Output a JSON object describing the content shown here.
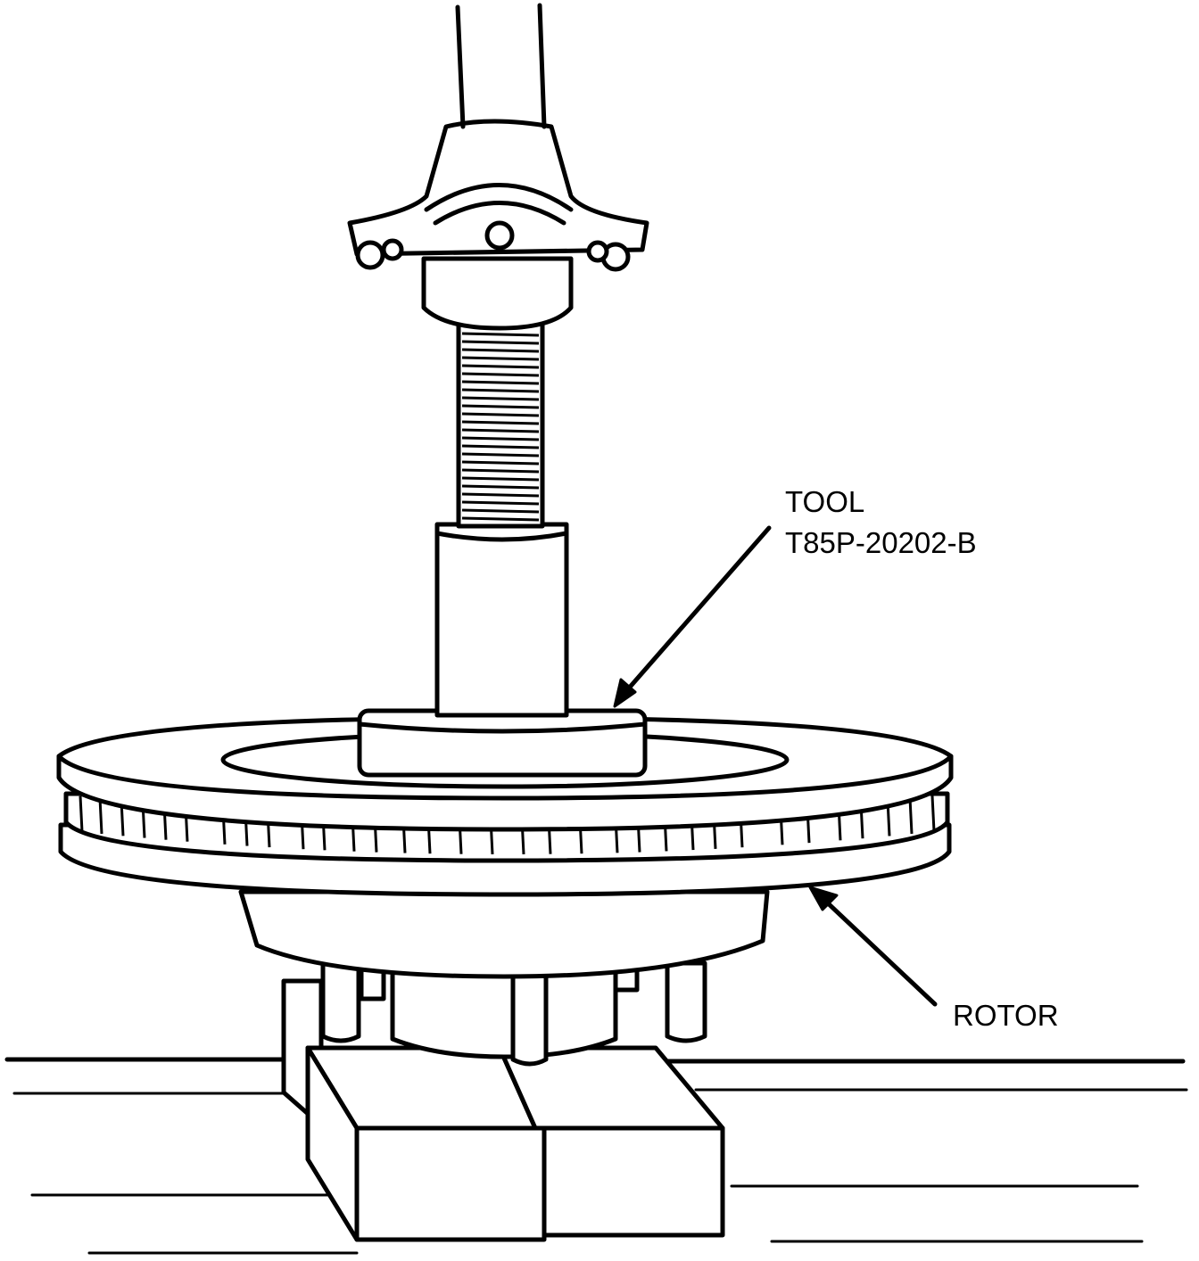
{
  "callouts": {
    "tool": {
      "line1": "TOOL",
      "line2": "T85P-20202-B"
    },
    "rotor": {
      "label": "ROTOR"
    }
  }
}
